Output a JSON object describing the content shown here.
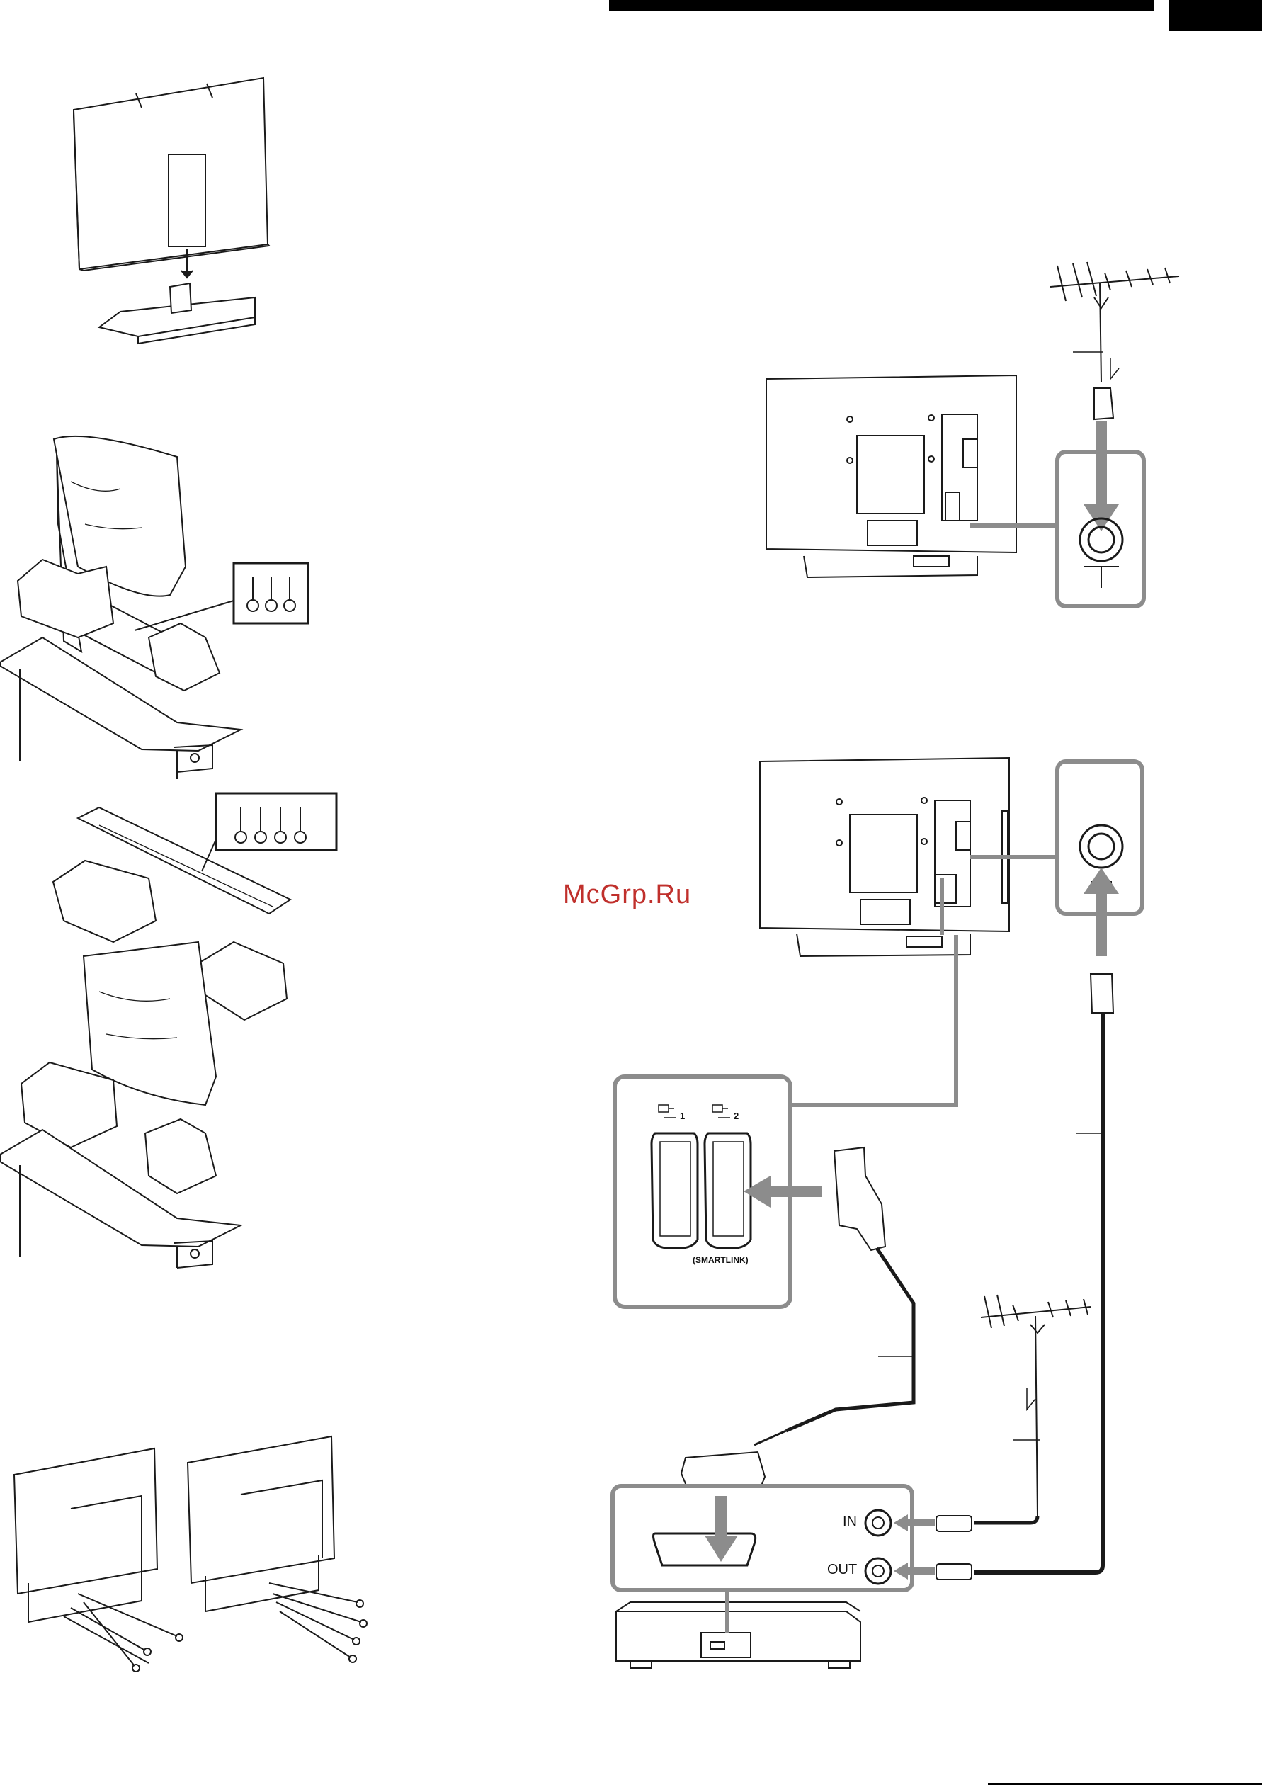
{
  "watermark": "McGrp.Ru",
  "scart_panel": {
    "port1_label": "1",
    "port2_label": "2",
    "smartlink_label": "(SMARTLINK)"
  },
  "vcr_panel": {
    "in_label": "IN",
    "out_label": "OUT"
  },
  "colors": {
    "line": "#1a1a1a",
    "callout_gray": "#8c8c8c",
    "watermark_red": "#c0302c"
  },
  "icons": [
    "antenna-icon",
    "arrow-icon",
    "scart-input-icon",
    "aerial-socket-icon"
  ]
}
